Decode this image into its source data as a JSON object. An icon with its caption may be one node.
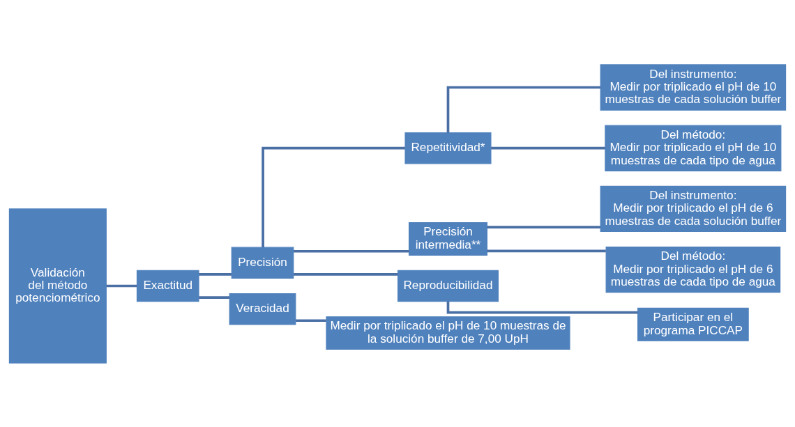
{
  "diagram": {
    "nodes": [
      {
        "text": [
          "Validación del método potenciométrico"
        ]
      },
      {
        "text": [
          "Exactitud"
        ]
      },
      {
        "text": [
          "Precisión"
        ]
      },
      {
        "text": [
          "Veracidad"
        ]
      },
      {
        "text": [
          "Repetitividad*"
        ]
      },
      {
        "text": [
          "Precisión intermedia**"
        ]
      },
      {
        "text": [
          "Reproducibilidad"
        ]
      },
      {
        "text": [
          "Del instrumento:",
          "Medir por triplicado el pH de 10 muestras de cada solución buffer"
        ]
      },
      {
        "text": [
          "Del método:",
          "Medir por triplicado el pH de 10 muestras de cada tipo de agua"
        ]
      },
      {
        "text": [
          "Del instrumento:",
          "Medir por triplicado el pH de 6 muestras de cada solución buffer"
        ]
      },
      {
        "text": [
          "Del método:",
          "Medir por triplicado el pH de 6 muestras de cada tipo de agua"
        ]
      },
      {
        "text": [
          "Participar en el programa PICCAP"
        ]
      },
      {
        "text": [
          "Medir por triplicado el pH de 10 muestras de la solución buffer de 7,00 UpH"
        ]
      }
    ],
    "edges": [
      {
        "from": 0,
        "to": 1,
        "arrow": "none"
      },
      {
        "from": 1,
        "to": 2,
        "arrow": "none"
      },
      {
        "from": 1,
        "to": 3,
        "arrow": "none"
      },
      {
        "from": 2,
        "to": 4,
        "arrow": "none"
      },
      {
        "from": 2,
        "to": 5,
        "arrow": "none"
      },
      {
        "from": 2,
        "to": 6,
        "arrow": "none"
      },
      {
        "from": 4,
        "to": 7,
        "arrow": "none"
      },
      {
        "from": 4,
        "to": 8,
        "arrow": "none"
      },
      {
        "from": 5,
        "to": 9,
        "arrow": "none"
      },
      {
        "from": 5,
        "to": 10,
        "arrow": "none"
      },
      {
        "from": 6,
        "to": 11,
        "arrow": "none"
      },
      {
        "from": 3,
        "to": 12,
        "arrow": "none"
      }
    ]
  }
}
